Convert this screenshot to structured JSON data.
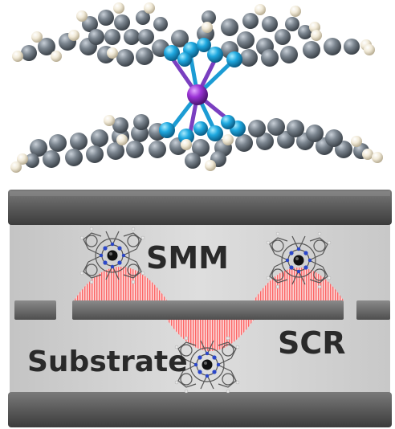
{
  "labels": {
    "smm": "SMM",
    "scr": "SCR",
    "substrate": "Substrate"
  },
  "colors": {
    "carbon": "#6e7781",
    "nitrogen": "#1fa9e0",
    "hydrogen": "#f1ead8",
    "metal": "#8e2ec9",
    "bond_metal": "#7a3fc0",
    "bond_n": "#1c9cd4",
    "board": "#cfcfcf",
    "rail": "#5b5b5b",
    "resonator": "#6a6a6a",
    "field": "#ff6f6f"
  },
  "icons": {
    "molecule_top": "double-decker-phthalocyanine-molecule",
    "molecule_small": "smm-molecule-icon"
  }
}
